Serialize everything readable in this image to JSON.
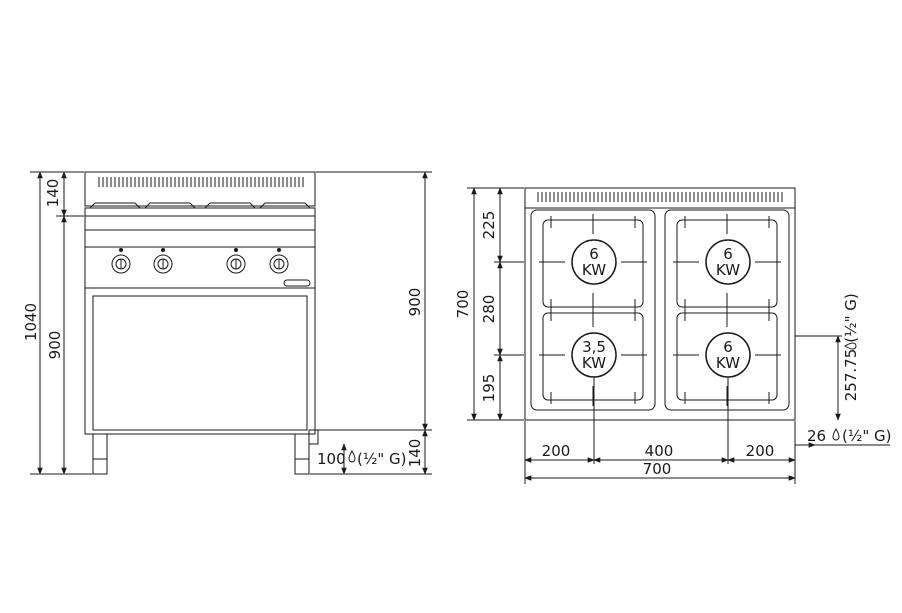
{
  "front_view": {
    "total_height": "1040",
    "body_height": "900",
    "top_height": "140",
    "right_height": "900",
    "foot_height": "140",
    "gas_connection": "100",
    "gas_thread": "(½\" G)"
  },
  "top_view": {
    "depth": "700",
    "depth_top": "225",
    "depth_mid": "280",
    "depth_bottom": "195",
    "width_left": "200",
    "width_mid": "400",
    "width_right": "200",
    "width_total": "700",
    "gas_side_value": "257.75",
    "gas_side_thread": "(½\" G)",
    "gas_offset": "26",
    "gas_offset_thread": "(½\" G)"
  },
  "burners": [
    {
      "power": "6",
      "unit": "KW"
    },
    {
      "power": "6",
      "unit": "KW"
    },
    {
      "power": "3,5",
      "unit": "KW"
    },
    {
      "power": "6",
      "unit": "KW"
    }
  ],
  "colors": {
    "line": "#1a1a1a",
    "background": "#ffffff"
  }
}
